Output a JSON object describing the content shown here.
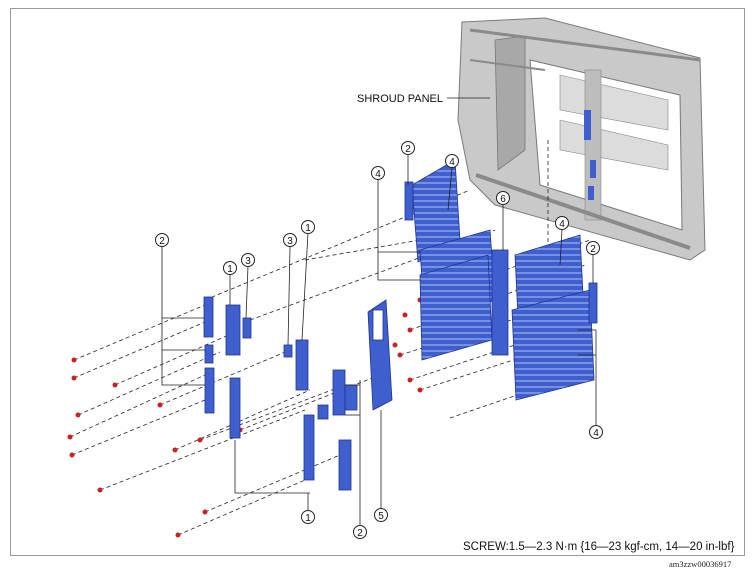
{
  "labels": {
    "shroud_panel": "SHROUD PANEL",
    "torque_spec": "SCREW:1.5—2.3 N·m {16—23 kgf-cm, 14—20 in-lbf}",
    "figure_code": "am3zzw00036917"
  },
  "callouts": [
    "1",
    "2",
    "3",
    "4",
    "5",
    "6"
  ],
  "colors": {
    "part_fill": "#3f5fcf",
    "part_dark": "#1f3590",
    "screw": "#cc2020",
    "panel": "#c9c9c9",
    "panel_dark": "#8a8a8a",
    "leader": "#222222"
  }
}
